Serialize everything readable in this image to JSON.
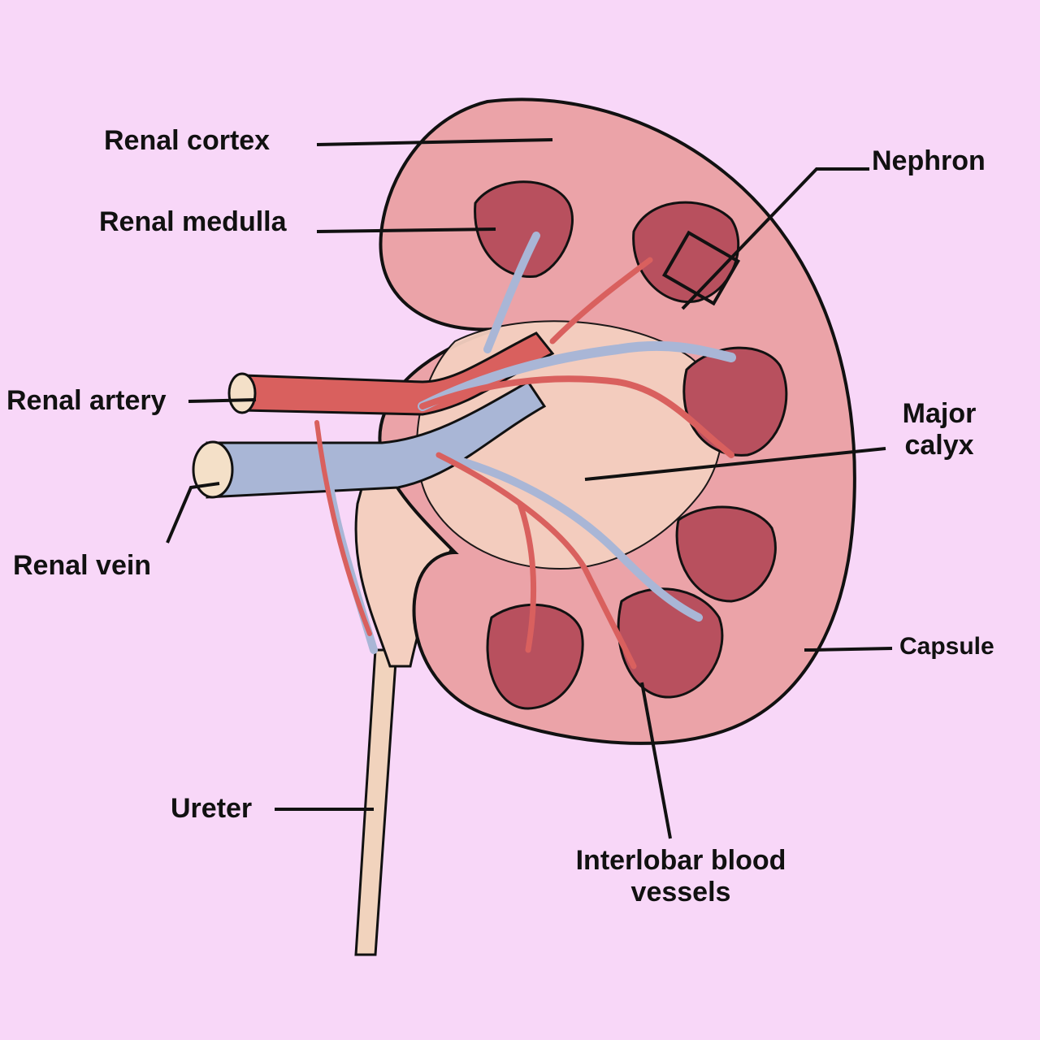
{
  "labels": {
    "renal_cortex": "Renal cortex",
    "renal_medulla": "Renal medulla",
    "nephron": "Nephron",
    "renal_artery": "Renal artery",
    "renal_vein": "Renal vein",
    "major_calyx_line1": "Major",
    "major_calyx_line2": "calyx",
    "capsule": "Capsule",
    "ureter": "Ureter",
    "interlobar_line1": "Interlobar blood",
    "interlobar_line2": "vessels"
  },
  "colors": {
    "background": "#f8d7f8",
    "cortex": "#eba3a8",
    "medulla": "#b8505e",
    "pelvis": "#f4cfc0",
    "artery": "#d9605e",
    "vein": "#a9b6d6",
    "ureter": "#f1d3bd",
    "outline": "#111111"
  }
}
